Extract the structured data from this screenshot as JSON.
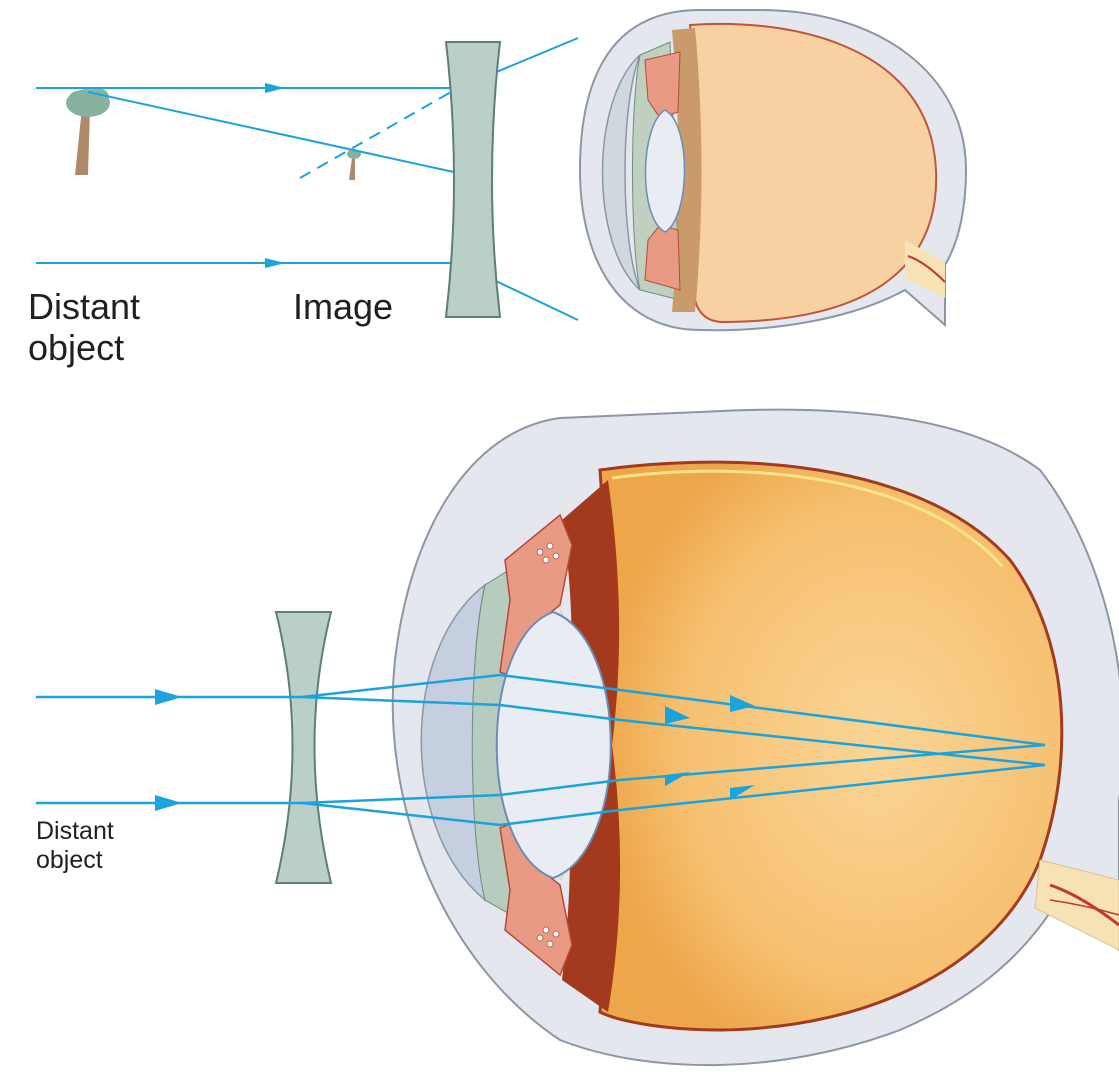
{
  "top_panel": {
    "labels": {
      "object_line1": "Distant",
      "object_line2": "object",
      "image": "Image"
    }
  },
  "bottom_panel": {
    "labels": {
      "object_line1": "Distant",
      "object_line2": "object"
    }
  },
  "colors": {
    "ray": "#1aa3dc",
    "lens_fill": "#b9cfc7",
    "lens_stroke": "#5e7f76",
    "eyeball_fill": "#f6c37c",
    "eyeball_fill_top": "#f7d1a1",
    "choroid": "#a33a1e",
    "sclera": "#e4e8ee",
    "sclera_stroke": "#8d96a3",
    "tree_crown": "#86b29e",
    "tree_trunk": "#b0886a"
  }
}
